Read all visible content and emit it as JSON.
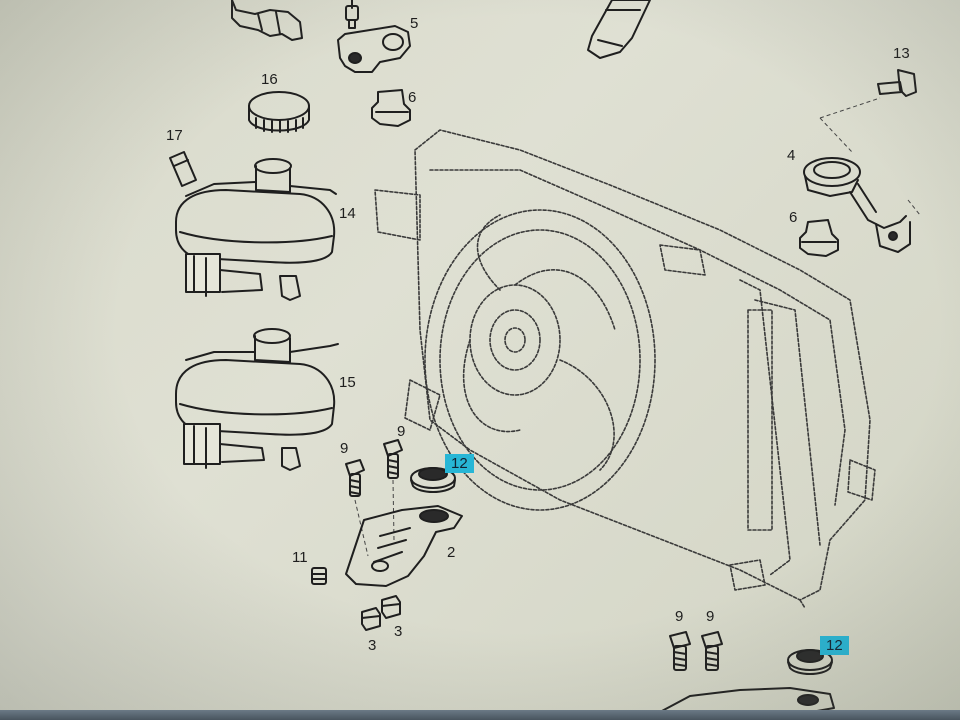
{
  "diagram": {
    "callouts": {
      "c2": "2",
      "c3a": "3",
      "c3b": "3",
      "c4": "4",
      "c5": "5",
      "c6a": "6",
      "c6b": "6",
      "c9a": "9",
      "c9b": "9",
      "c9c": "9",
      "c9d": "9",
      "c11": "11",
      "c12a": "12",
      "c12b": "12",
      "c13": "13",
      "c14": "14",
      "c15": "15",
      "c16": "16",
      "c17": "17"
    },
    "highlight_color": "#27b6d6"
  }
}
